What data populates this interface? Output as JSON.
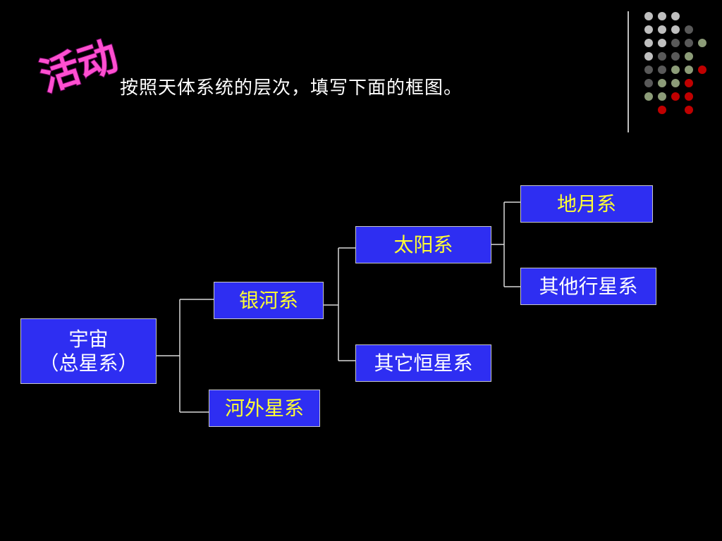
{
  "logo": {
    "text": "活动"
  },
  "instruction": "按照天体系统的层次，填写下面的框图。",
  "colors": {
    "background": "#000000",
    "node_fill": "#2e2ef2",
    "node_border": "#c8c8c8",
    "highlight_text": "#ffff33",
    "plain_text": "#ffffff",
    "dot_light": "#bfbfbf",
    "dot_dark": "#595959",
    "dot_olive": "#8c9c78",
    "dot_red": "#c00000"
  },
  "diagram": {
    "root": {
      "line1": "宇宙",
      "line2": "（总星系）"
    },
    "milky_way": "银河系",
    "extragalactic": "河外星系",
    "solar_system": "太阳系",
    "other_star_systems": "其它恒星系",
    "earth_moon": "地月系",
    "other_planet_systems": "其他行星系"
  }
}
